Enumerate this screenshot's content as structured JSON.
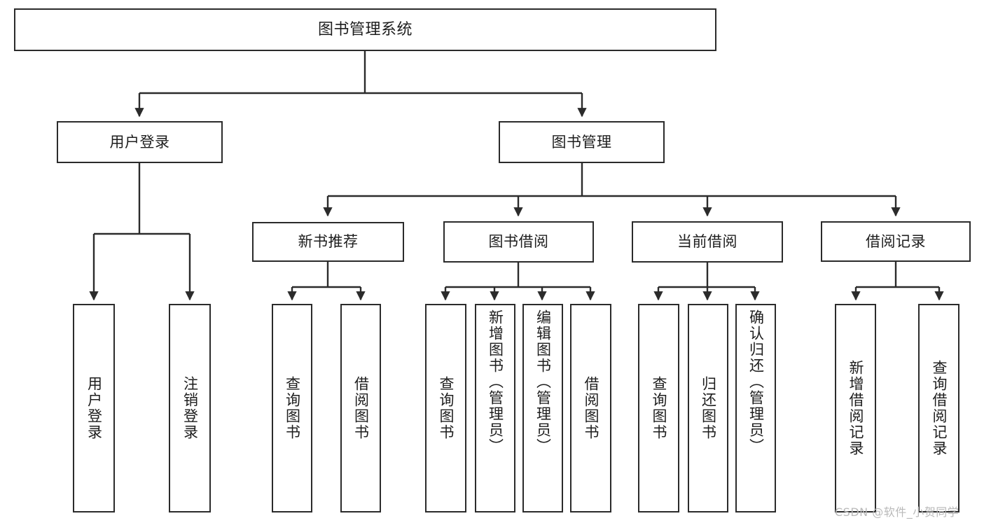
{
  "diagram": {
    "title": "图书管理系统",
    "root": {
      "label": "图书管理系统"
    },
    "level1": [
      {
        "label": "用户登录"
      },
      {
        "label": "图书管理"
      }
    ],
    "level2": [
      {
        "label": "新书推荐"
      },
      {
        "label": "图书借阅"
      },
      {
        "label": "当前借阅"
      },
      {
        "label": "借阅记录"
      }
    ],
    "leaves": {
      "user_login": [
        {
          "label": "用户登录"
        },
        {
          "label": "注销登录"
        }
      ],
      "new_book_recommend": [
        {
          "label": "查询图书"
        },
        {
          "label": "借阅图书"
        }
      ],
      "book_borrow": [
        {
          "label": "查询图书"
        },
        {
          "label": "新增图书（管理员）"
        },
        {
          "label": "编辑图书（管理员）"
        },
        {
          "label": "借阅图书"
        }
      ],
      "current_borrow": [
        {
          "label": "查询图书"
        },
        {
          "label": "归还图书"
        },
        {
          "label": "确认归还（管理员）"
        }
      ],
      "borrow_record": [
        {
          "label": "新增借阅记录"
        },
        {
          "label": "查询借阅记录"
        }
      ]
    }
  },
  "watermark": {
    "text": "CSDN @软件_小贺同学"
  },
  "colors": {
    "stroke": "#2b2b2b",
    "background": "#ffffff",
    "text": "#1d1d1d",
    "watermark": "#b9b9b9"
  },
  "chart_data": {
    "type": "tree-diagram",
    "title": "图书管理系统",
    "orientation": "top-down",
    "nodes": [
      {
        "id": "root",
        "label": "图书管理系统",
        "level": 0,
        "parent": null
      },
      {
        "id": "user-login",
        "label": "用户登录",
        "level": 1,
        "parent": "root"
      },
      {
        "id": "book-manage",
        "label": "图书管理",
        "level": 1,
        "parent": "root"
      },
      {
        "id": "new-book",
        "label": "新书推荐",
        "level": 2,
        "parent": "book-manage"
      },
      {
        "id": "book-borrow",
        "label": "图书借阅",
        "level": 2,
        "parent": "book-manage"
      },
      {
        "id": "current-borrow",
        "label": "当前借阅",
        "level": 2,
        "parent": "book-manage"
      },
      {
        "id": "borrow-record",
        "label": "借阅记录",
        "level": 2,
        "parent": "book-manage"
      },
      {
        "id": "l-user-login",
        "label": "用户登录",
        "level": 3,
        "parent": "user-login"
      },
      {
        "id": "l-logout",
        "label": "注销登录",
        "level": 3,
        "parent": "user-login"
      },
      {
        "id": "l-nb-query",
        "label": "查询图书",
        "level": 3,
        "parent": "new-book"
      },
      {
        "id": "l-nb-borrow",
        "label": "借阅图书",
        "level": 3,
        "parent": "new-book"
      },
      {
        "id": "l-bb-query",
        "label": "查询图书",
        "level": 3,
        "parent": "book-borrow"
      },
      {
        "id": "l-bb-add",
        "label": "新增图书（管理员）",
        "level": 3,
        "parent": "book-borrow"
      },
      {
        "id": "l-bb-edit",
        "label": "编辑图书（管理员）",
        "level": 3,
        "parent": "book-borrow"
      },
      {
        "id": "l-bb-borrow",
        "label": "借阅图书",
        "level": 3,
        "parent": "book-borrow"
      },
      {
        "id": "l-cb-query",
        "label": "查询图书",
        "level": 3,
        "parent": "current-borrow"
      },
      {
        "id": "l-cb-return",
        "label": "归还图书",
        "level": 3,
        "parent": "current-borrow"
      },
      {
        "id": "l-cb-confirm",
        "label": "确认归还（管理员）",
        "level": 3,
        "parent": "current-borrow"
      },
      {
        "id": "l-br-add",
        "label": "新增借阅记录",
        "level": 3,
        "parent": "borrow-record"
      },
      {
        "id": "l-br-query",
        "label": "查询借阅记录",
        "level": 3,
        "parent": "borrow-record"
      }
    ]
  }
}
